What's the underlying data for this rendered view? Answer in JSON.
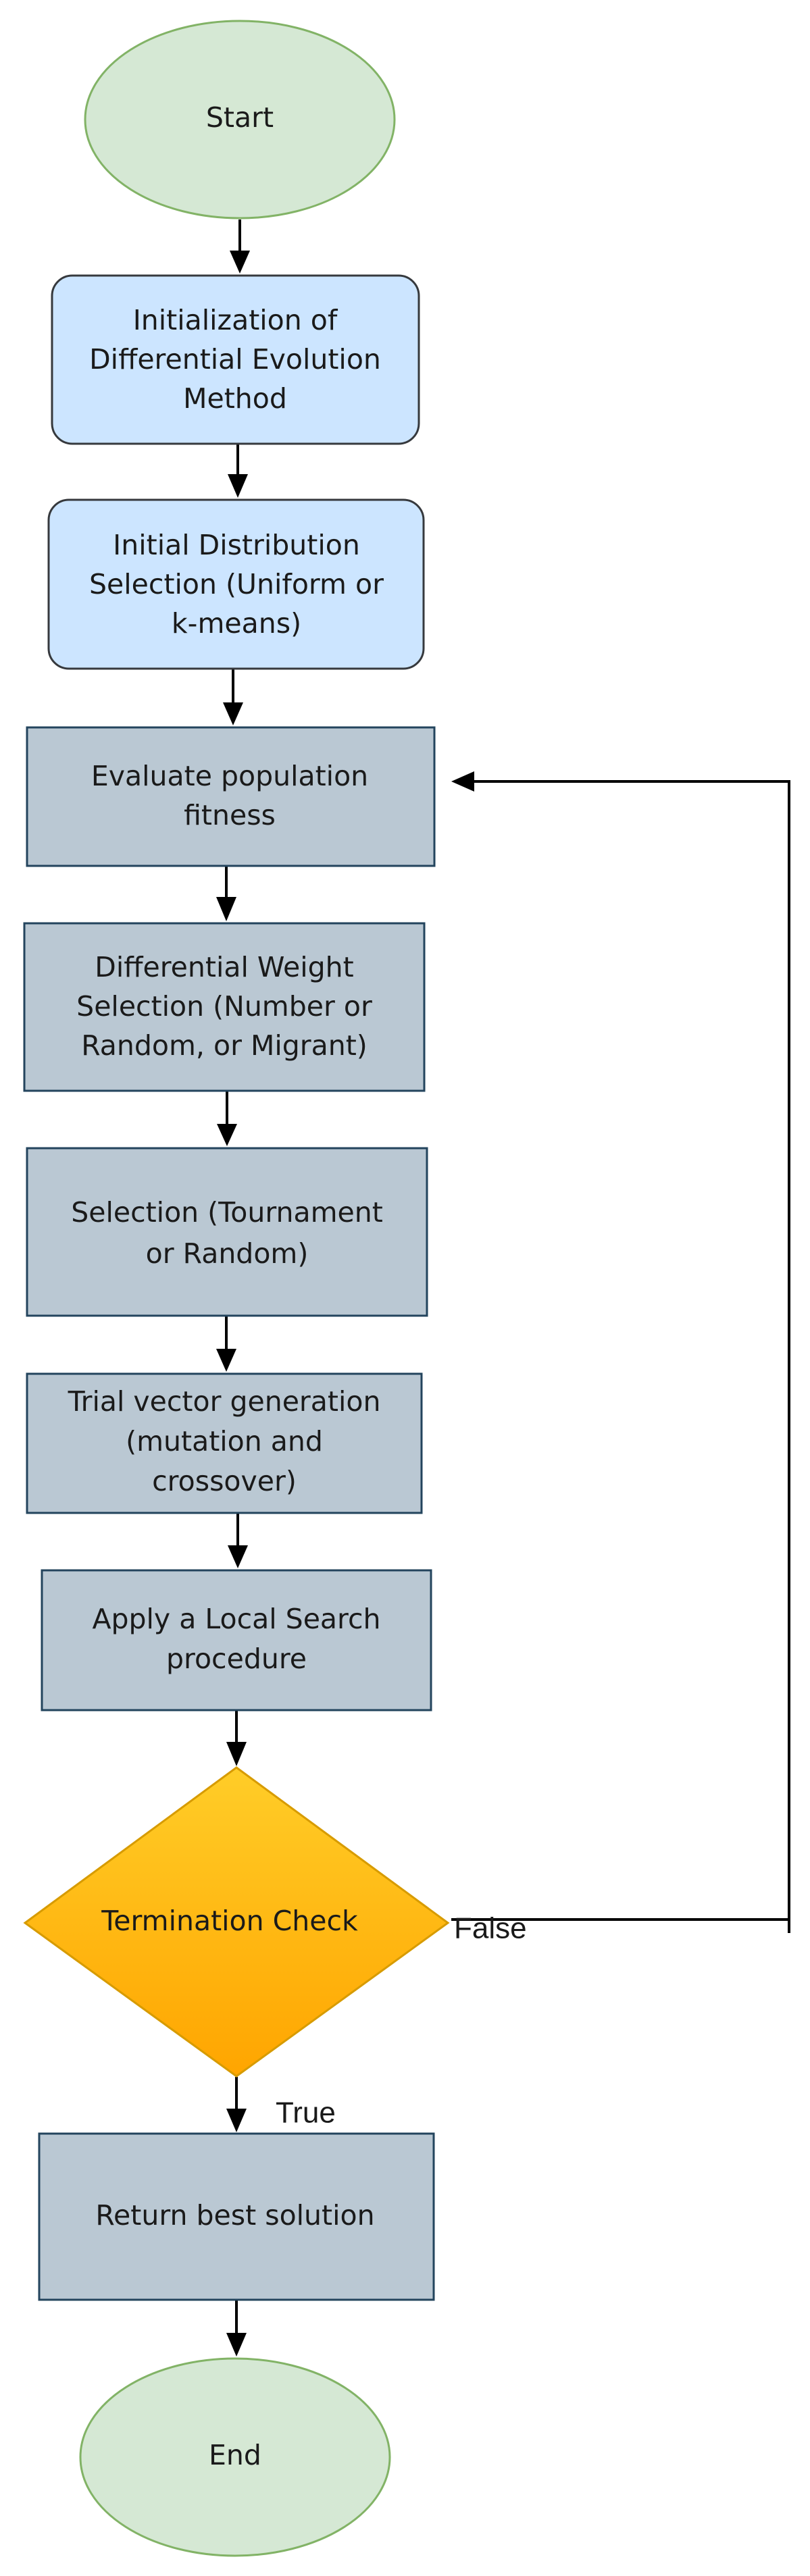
{
  "nodes": {
    "start": "Start",
    "init": [
      "Initialization of",
      "Differential Evolution",
      "Method"
    ],
    "distribution": [
      "Initial  Distribution",
      "Selection (Uniform or",
      "k-means)"
    ],
    "evaluate": [
      "Evaluate population",
      "fitness"
    ],
    "weight": [
      "Differential Weight",
      "Selection (Number or",
      "Random, or Migrant)"
    ],
    "selection": [
      "Selection (Tournament",
      "or Random)"
    ],
    "trial": [
      "Trial vector generation",
      "(mutation and",
      "crossover)"
    ],
    "local_search": [
      "Apply a Local Search",
      "procedure"
    ],
    "termination": "Termination Check",
    "return_best": "Return best solution",
    "end": "End"
  },
  "edge_labels": {
    "false": "False",
    "true": "True"
  },
  "colors": {
    "ellipse_fill": "#d5e8d4",
    "ellipse_stroke": "#82b366",
    "blue_fill": "#cce5ff",
    "blue_stroke": "#36393d",
    "gray_fill": "#bac8d3",
    "gray_stroke": "#23445d",
    "diamond_top": "#ffcd28",
    "diamond_bottom": "#ffa500",
    "diamond_stroke": "#d79b00"
  }
}
